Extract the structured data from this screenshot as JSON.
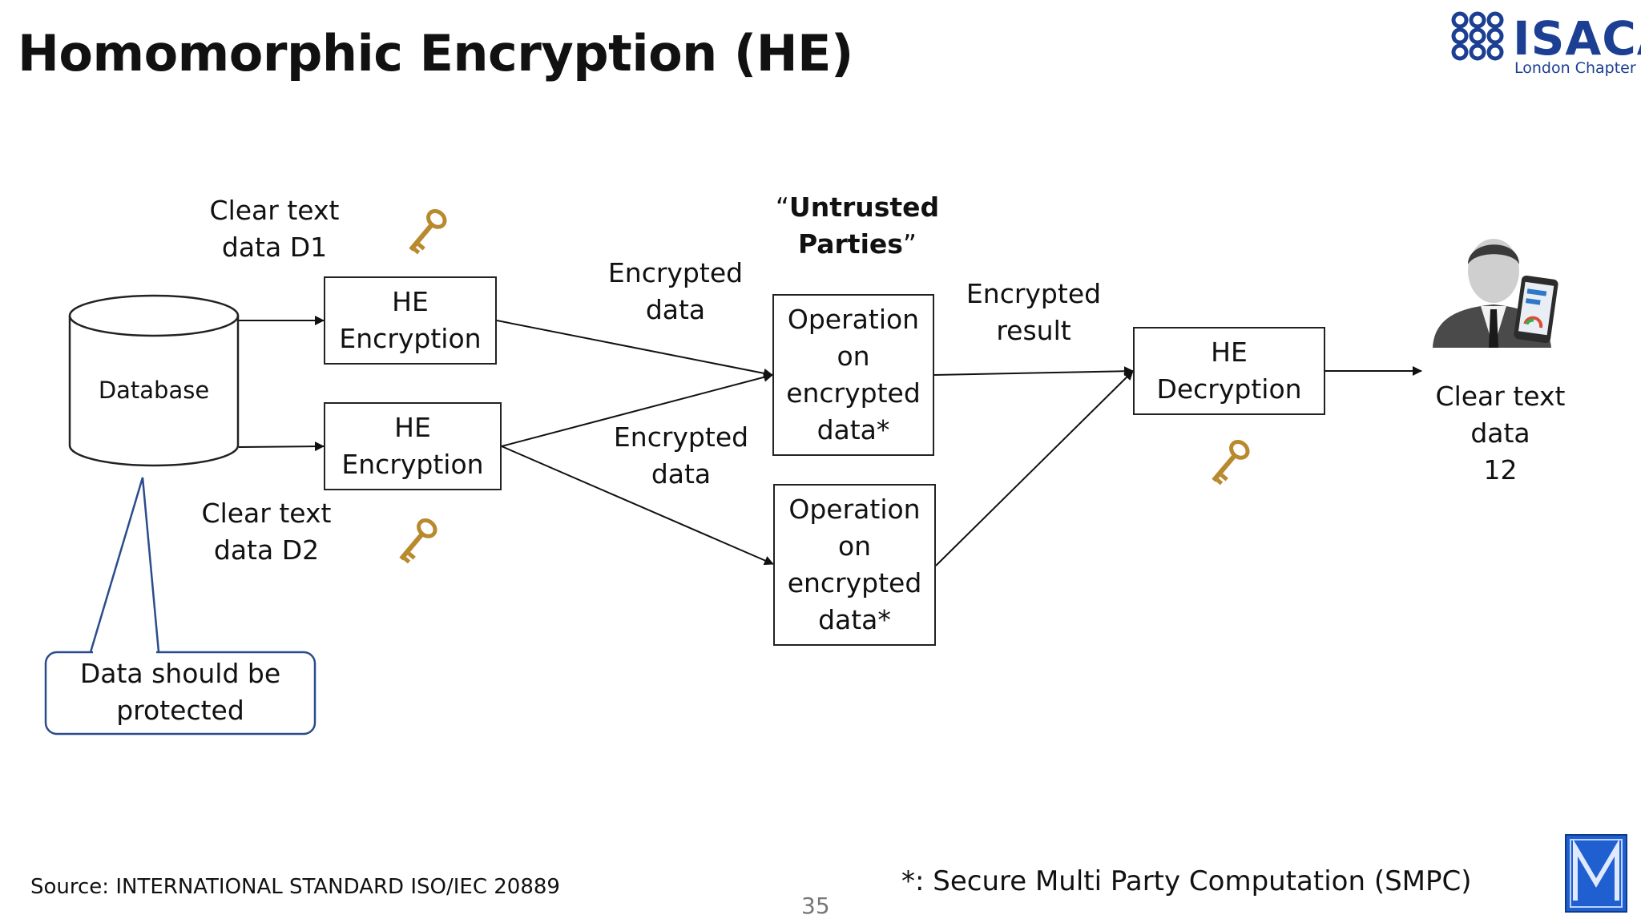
{
  "title": "Homomorphic Encryption (HE)",
  "logo": {
    "name": "ISACA",
    "subtitle": "London Chapter",
    "color": "#1c3f93"
  },
  "labels": {
    "clear_d1": [
      "Clear text",
      "data D1"
    ],
    "clear_d2": [
      "Clear text",
      "data D2"
    ],
    "encrypted_data_top": [
      "Encrypted",
      "data"
    ],
    "encrypted_data_bottom": [
      "Encrypted",
      "data"
    ],
    "untrusted": {
      "open_quote": "“",
      "line1": "Untrusted",
      "line2": "Parties",
      "close_quote": "”"
    },
    "encrypted_result": [
      "Encrypted",
      "result"
    ],
    "clear_result": [
      "Clear text",
      "data",
      "12"
    ]
  },
  "nodes": {
    "database": "Database",
    "he_encryption_1": [
      "HE",
      "Encryption"
    ],
    "he_encryption_2": [
      "HE",
      "Encryption"
    ],
    "operation_1": [
      "Operation",
      "on",
      "encrypted",
      "data*"
    ],
    "operation_2": [
      "Operation",
      "on",
      "encrypted",
      "data*"
    ],
    "he_decryption": [
      "HE",
      "Decryption"
    ]
  },
  "callout": [
    "Data should be",
    "protected"
  ],
  "source": "Source: INTERNATIONAL STANDARD ISO/IEC 20889",
  "footnote": "*: Secure Multi Party Computation (SMPC)",
  "page_number": "35",
  "icons": [
    "key-icon",
    "person-with-phone-icon",
    "isaca-logo-icon",
    "m-logo-icon"
  ],
  "colors": {
    "key_gold": "#b8892d",
    "callout_border": "#2b4c8c",
    "m_logo": "#1f5fd0"
  }
}
